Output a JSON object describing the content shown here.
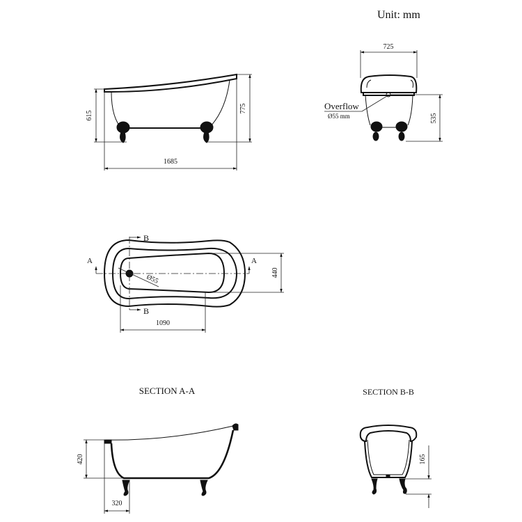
{
  "unit_label": "Unit: mm",
  "side_view": {
    "length": "1685",
    "rim_height": "615",
    "total_height": "775"
  },
  "end_view": {
    "width": "725",
    "overflow_label": "Overflow",
    "overflow_size": "Ø55 mm",
    "overflow_height": "535"
  },
  "plan_view": {
    "section_a_left": "A",
    "section_a_right": "A",
    "section_b_top": "B",
    "section_b_bottom": "B",
    "drain_label": "Ø55",
    "inner_width": "440",
    "drain_to_end": "1090"
  },
  "section_aa": {
    "title": "SECTION  A-A",
    "depth": "420",
    "drain_offset": "320"
  },
  "section_bb": {
    "title": "SECTION  B-B",
    "floor_height": "165"
  }
}
